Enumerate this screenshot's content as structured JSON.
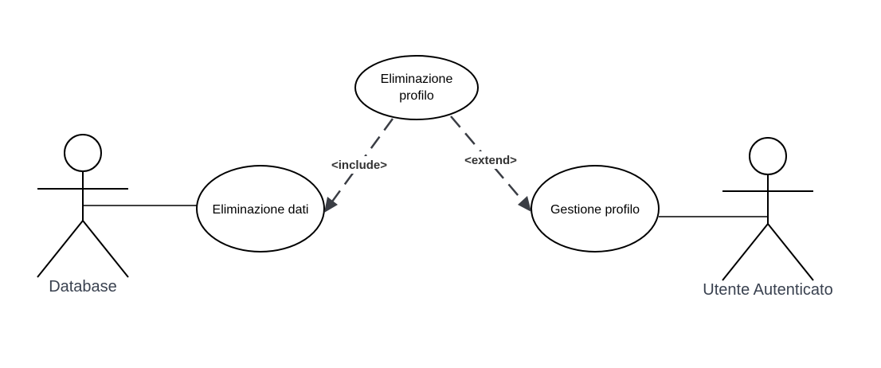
{
  "use_cases": {
    "delete_profile": {
      "line1": "Eliminazione",
      "line2": "profilo"
    },
    "delete_data": {
      "label": "Eliminazione dati"
    },
    "manage_profile": {
      "label": "Gestione profilo"
    }
  },
  "relationships": {
    "include": {
      "label": "<include>"
    },
    "extend": {
      "label": "<extend>"
    }
  },
  "actors": {
    "database": {
      "label": "Database"
    },
    "authenticated_user": {
      "label": "Utente Autenticato"
    }
  },
  "colors": {
    "stroke": "#000000",
    "dashed_arrow": "#3a3d44",
    "actor_label": "#3a4250"
  }
}
